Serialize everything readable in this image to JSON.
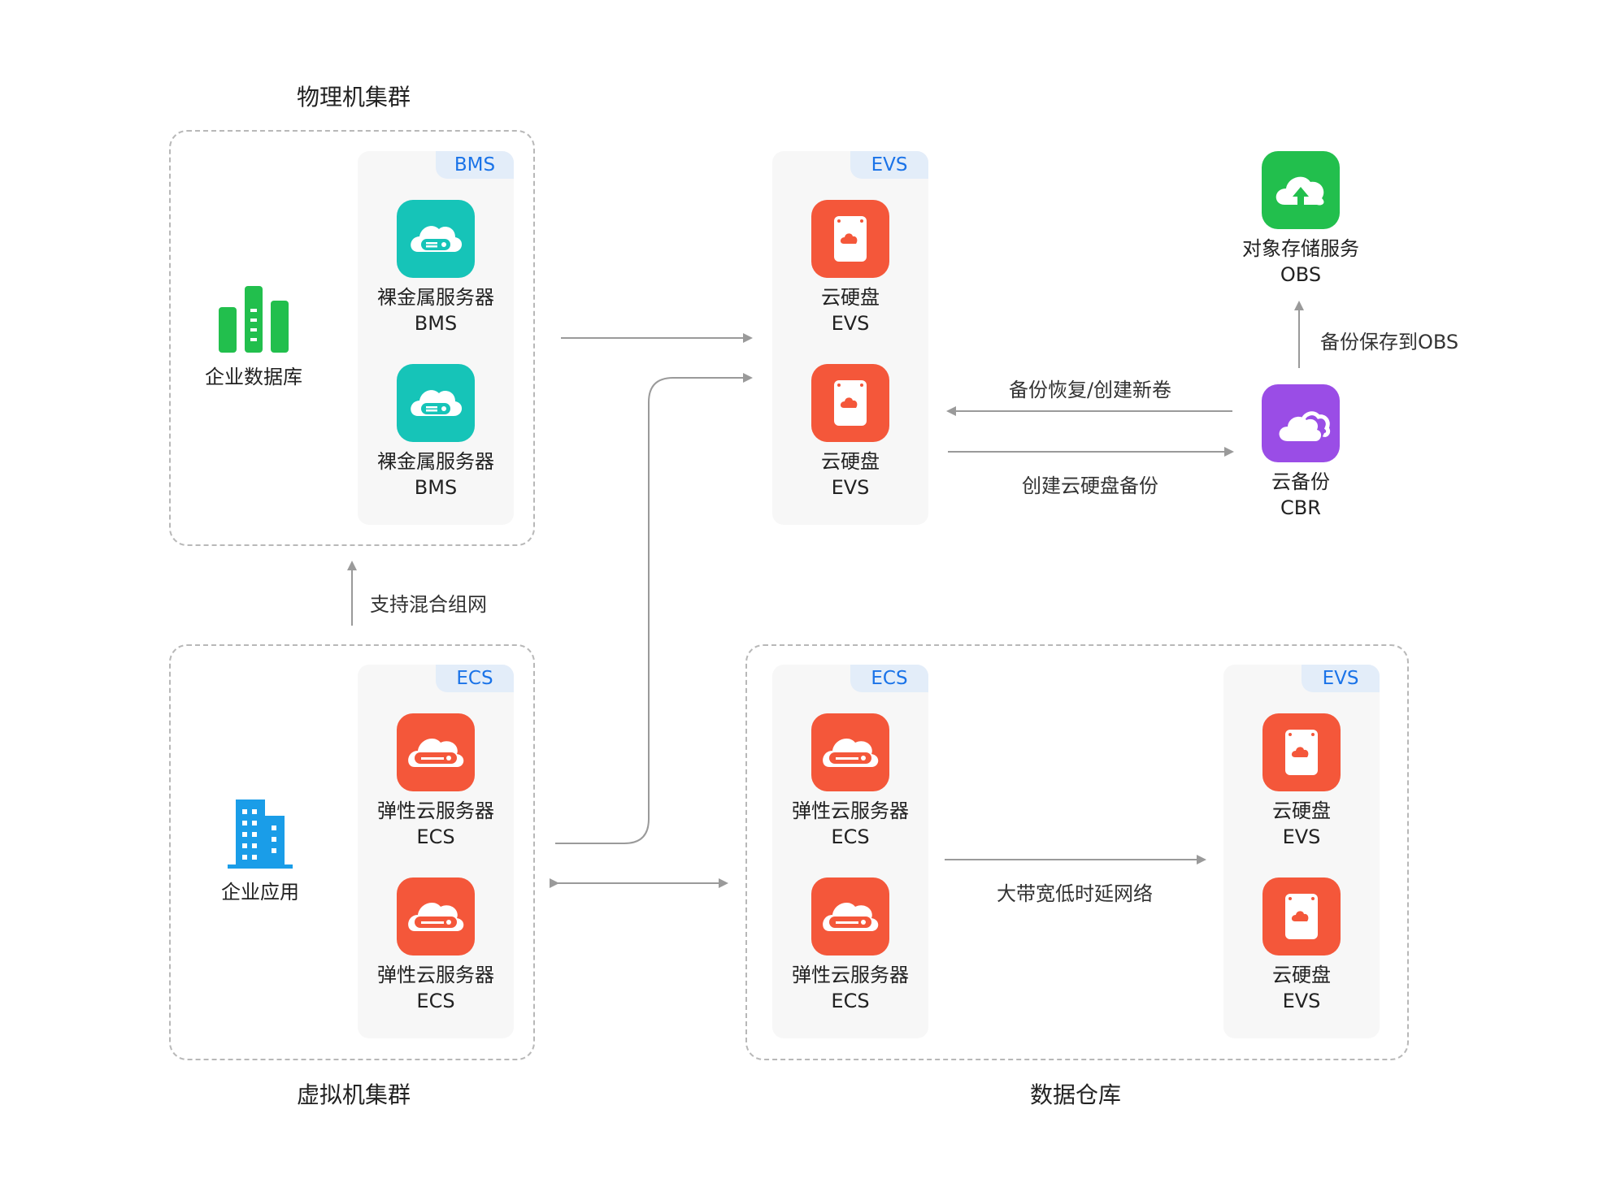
{
  "titles": {
    "physical_cluster": "物理机集群",
    "virtual_cluster": "虚拟机集群",
    "data_warehouse": "数据仓库"
  },
  "tags": {
    "bms": "BMS",
    "evs_top": "EVS",
    "ecs_virtual": "ECS",
    "ecs_warehouse": "ECS",
    "evs_warehouse": "EVS"
  },
  "nodes": {
    "enterprise_db": "企业数据库",
    "enterprise_app": "企业应用",
    "bms1": {
      "name": "裸金属服务器",
      "code": "BMS"
    },
    "bms2": {
      "name": "裸金属服务器",
      "code": "BMS"
    },
    "evs1": {
      "name": "云硬盘",
      "code": "EVS"
    },
    "evs2": {
      "name": "云硬盘",
      "code": "EVS"
    },
    "obs": {
      "name": "对象存储服务",
      "code": "OBS"
    },
    "cbr": {
      "name": "云备份",
      "code": "CBR"
    },
    "ecs1": {
      "name": "弹性云服务器",
      "code": "ECS"
    },
    "ecs2": {
      "name": "弹性云服务器",
      "code": "ECS"
    },
    "dw_ecs1": {
      "name": "弹性云服务器",
      "code": "ECS"
    },
    "dw_ecs2": {
      "name": "弹性云服务器",
      "code": "ECS"
    },
    "dw_evs1": {
      "name": "云硬盘",
      "code": "EVS"
    },
    "dw_evs2": {
      "name": "云硬盘",
      "code": "EVS"
    }
  },
  "edges": {
    "hybrid_network": "支持混合组网",
    "backup_to_obs": "备份保存到OBS",
    "restore": "备份恢复/创建新卷",
    "create_backup": "创建云硬盘备份",
    "high_bandwidth": "大带宽低时延网络"
  },
  "colors": {
    "teal": "#16c4b8",
    "orange": "#f4573a",
    "green": "#22bf4d",
    "purple": "#9a4de6",
    "db_green": "#22bf4d",
    "app_blue": "#1a9de8",
    "tag_blue": "#1a73e8",
    "arrow_gray": "#9a9a9a"
  }
}
